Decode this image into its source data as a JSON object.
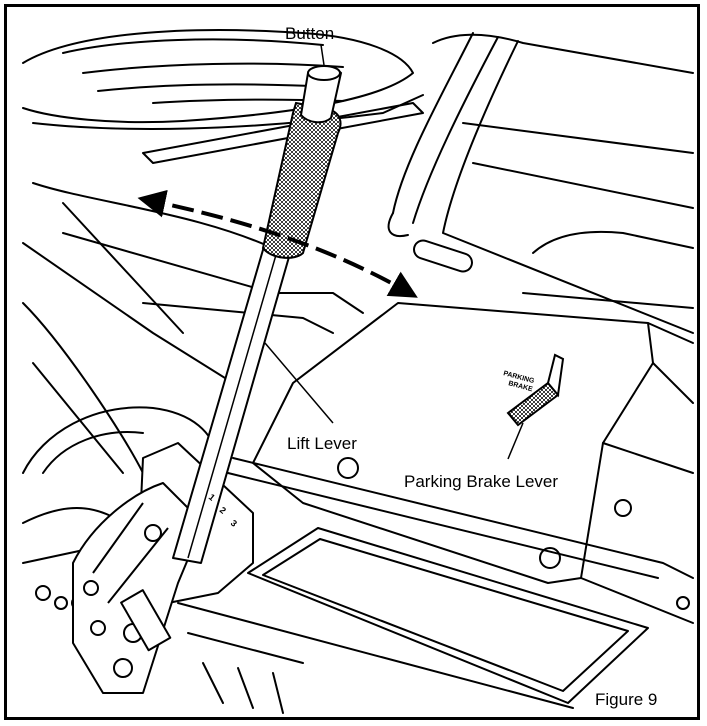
{
  "labels": {
    "button": "Button",
    "lift_lever": "Lift Lever",
    "parking_brake_lever": "Parking Brake Lever",
    "figure": "Figure 9"
  },
  "panel_decal": [
    "PARKING",
    "BRAKE"
  ],
  "gear_marks": [
    "1",
    "2",
    "3"
  ],
  "colors": {
    "ink": "#000000",
    "paper": "#ffffff"
  }
}
